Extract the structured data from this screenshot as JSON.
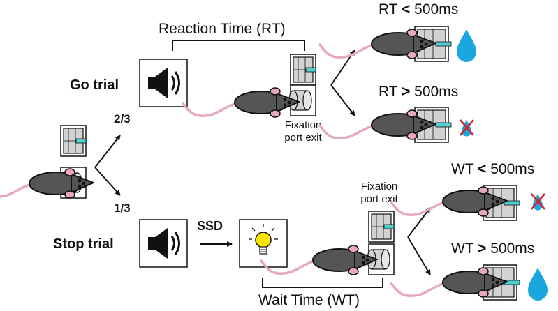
{
  "labels": {
    "go_trial": "Go trial",
    "stop_trial": "Stop trial",
    "prob_go": "2/3",
    "prob_stop": "1/3",
    "ssd": "SSD",
    "reaction_time": "Reaction Time (RT)",
    "wait_time": "Wait Time (WT)",
    "fixation_line1": "Fixation",
    "fixation_line2": "port exit",
    "rt_fast_prefix": "RT ",
    "rt_fast_op": "<",
    "rt_fast_suffix": " 500ms",
    "rt_slow_prefix": "RT ",
    "rt_slow_op": ">",
    "rt_slow_suffix": " 500ms",
    "wt_fast_prefix": "WT ",
    "wt_fast_op": "<",
    "wt_fast_suffix": " 500ms",
    "wt_slow_prefix": "WT ",
    "wt_slow_op": ">",
    "wt_slow_suffix": " 500ms"
  },
  "colors": {
    "water": "#1aa7e0",
    "cross": "#d8202a",
    "spout": "#4fd0d0",
    "mouse": "#555555",
    "ear": "#e7a9b8",
    "bulb": "#ffe600"
  },
  "icons": [
    "speaker-icon",
    "lightbulb-icon",
    "water-drop-icon",
    "no-water-icon",
    "mouse-icon",
    "nose-port-icon"
  ]
}
